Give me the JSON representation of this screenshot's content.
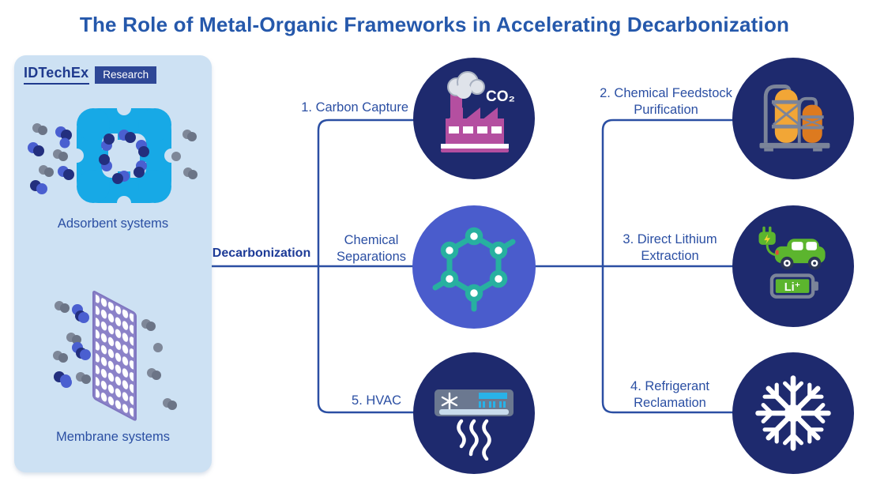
{
  "title": "The Role of Metal-Organic Frameworks in Accelerating Decarbonization",
  "logo": {
    "name": "IDTechEx",
    "badge": "Research"
  },
  "side_panel": {
    "adsorbent_label": "Adsorbent systems",
    "membrane_label": "Membrane systems"
  },
  "hub_label": "Decarbonization",
  "center_node": {
    "line1": "Chemical",
    "line2": "Separations",
    "icon": "mof-molecule-icon"
  },
  "nodes": {
    "carbon_capture": {
      "label": "1. Carbon Capture",
      "icon": "factory-co2-icon",
      "co2_text": "CO₂"
    },
    "chemical_feedstock": {
      "line1": "2. Chemical Feedstock",
      "line2": "Purification",
      "icon": "distillation-columns-icon"
    },
    "direct_lithium": {
      "line1": "3. Direct Lithium",
      "line2": "Extraction",
      "icon": "ev-car-battery-icon",
      "battery_text": "Li⁺"
    },
    "refrigerant": {
      "line1": "4. Refrigerant",
      "line2": "Reclamation",
      "icon": "snowflake-icon"
    },
    "hvac": {
      "label": "5. HVAC",
      "icon": "air-conditioner-icon"
    }
  },
  "colors": {
    "title_blue": "#2558ab",
    "label_blue": "#2b4fa3",
    "line_blue": "#2b4fa3",
    "hub_navy": "#1d3b97",
    "navy": "#1e2a6e",
    "indigo": "#4a5ccc",
    "teal": "#27b0a0",
    "panel_blue": "#cde1f3",
    "logo_navy": "#1f3a8e",
    "badge_navy": "#2e4796",
    "cyan": "#17a9e6",
    "magenta": "#b44fa0",
    "smoke": "#dfe3ea",
    "smoke_line": "#a7b0c0",
    "orange_light": "#f2a636",
    "orange_dark": "#dd7a1f",
    "steel": "#7b8499",
    "green": "#5cb52e",
    "bolt_yellow": "#f6d531",
    "wheel_navy": "#2c3654",
    "port_red": "#e04b3a",
    "hvac_gray": "#6b7890",
    "hvac_cyan": "#29b2e8",
    "hvac_strip": "#c8dcec",
    "mol_blue": "#4a5fd0",
    "mol_navy": "#232f7e",
    "mol_gray": "#7e8798",
    "mol_gray_dark": "#6b7486",
    "membrane": "#8b82c8",
    "membrane_line": "#7f76c0"
  }
}
